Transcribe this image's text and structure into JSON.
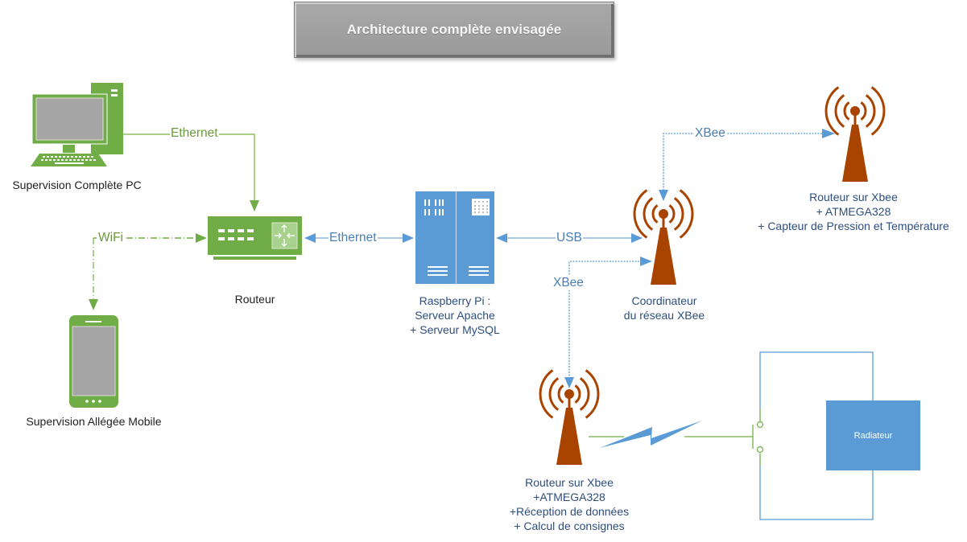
{
  "title": "Architecture complète envisagée",
  "colors": {
    "green": "#70ad47",
    "blue": "#5b9bd5",
    "antenna": "#a94300",
    "screen_gray": "#a5a5a5",
    "title_gray": "#a0a0a0"
  },
  "nodes": {
    "pc": {
      "label": "Supervision Complète PC",
      "icon": "desktop-computer-icon"
    },
    "mobile": {
      "label": "Supervision Allégée Mobile",
      "icon": "smartphone-icon"
    },
    "router": {
      "label": "Routeur",
      "icon": "network-switch-icon"
    },
    "raspberry": {
      "lines": [
        "Raspberry Pi :",
        "Serveur Apache",
        "+ Serveur MySQL"
      ],
      "icon": "server-icon"
    },
    "coordinator": {
      "lines": [
        "Coordinateur",
        "du réseau XBee"
      ],
      "icon": "antenna-icon"
    },
    "router_sensor": {
      "lines": [
        "Routeur sur Xbee",
        "+ ATMEGA328",
        "+ Capteur de Pression et Température"
      ],
      "icon": "antenna-icon"
    },
    "router_actuator": {
      "lines": [
        "Routeur sur Xbee",
        "+ATMEGA328",
        "+Réception de données",
        "+ Calcul de consignes"
      ],
      "icon": "antenna-icon"
    },
    "radiator": {
      "label": "Radiateur"
    }
  },
  "edges": {
    "pc_router": "Ethernet",
    "wifi": "WiFi",
    "router_raspberry": "Ethernet",
    "raspberry_coordinator": "USB",
    "xbee_sensor": "XBee",
    "xbee_actuator": "XBee"
  }
}
